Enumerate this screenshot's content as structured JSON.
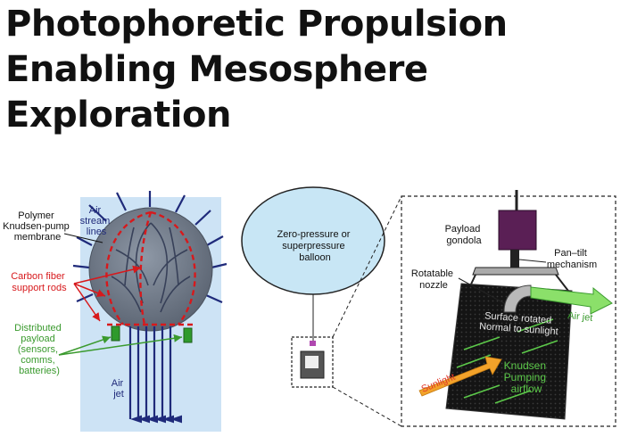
{
  "title": {
    "line1": "Photophoretic Propulsion",
    "line2": "Enabling Mesosphere",
    "line3": "Exploration"
  },
  "left_panel": {
    "air_stream_lines": [
      "Air",
      "stream",
      "lines"
    ],
    "membrane": [
      "Polymer",
      "Knudsen-pump",
      "membrane"
    ],
    "support_rods": [
      "Carbon fiber",
      "support rods"
    ],
    "payload": [
      "Distributed",
      "payload",
      "(sensors,",
      "comms,",
      "batteries)"
    ],
    "air_jet": [
      "Air",
      "jet"
    ]
  },
  "right_panel": {
    "balloon": [
      "Zero-pressure or",
      "superpressure",
      "balloon"
    ],
    "gondola": [
      "Payload",
      "gondola"
    ],
    "pan_tilt": [
      "Pan–tilt",
      "mechanism"
    ],
    "nozzle": [
      "Rotatable",
      "nozzle"
    ],
    "air_jet": "Air jet",
    "surface": [
      "Surface rotated",
      "Normal to sunlight"
    ],
    "sunlight": "Sunlight",
    "knudsen": [
      "Knudsen",
      "Pumping",
      "airflow"
    ]
  },
  "colors": {
    "red": "#d7191c",
    "green": "#3a9a2e",
    "navy": "#1f2a7a",
    "balloon_fill": "#c8e6f5",
    "panel_bg": "#cde3f5",
    "gondola": "#5a1f55",
    "arrow_green": "#8be06a",
    "sunlight": "#f2a22a"
  }
}
